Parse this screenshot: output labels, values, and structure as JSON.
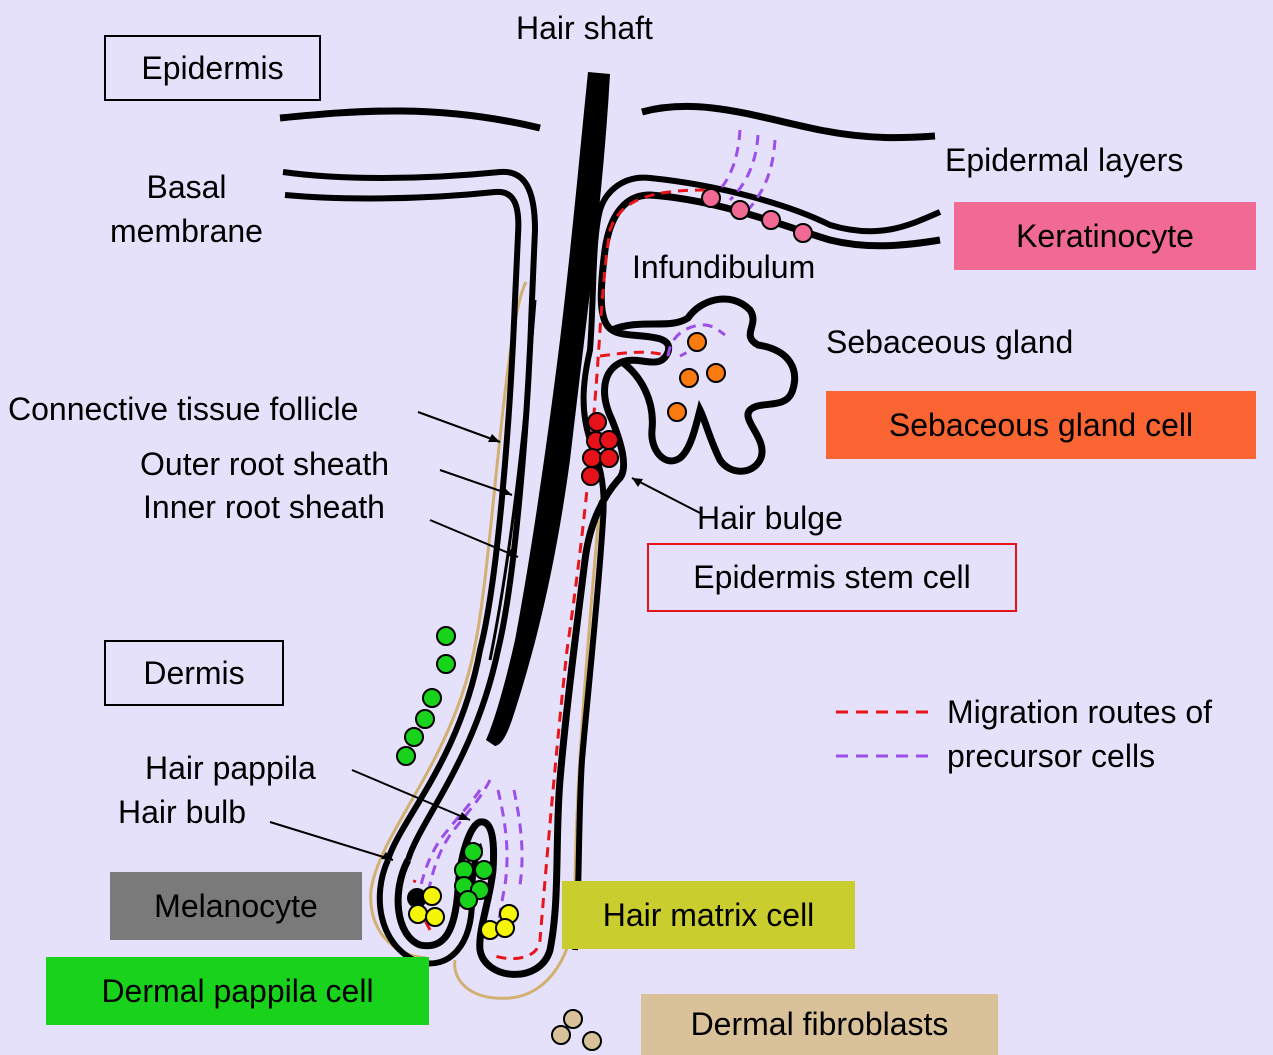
{
  "colors": {
    "background": "#e6e1fb",
    "connective_tissue": "#d1b071",
    "migration_red": "#e8141a",
    "migration_purple": "#9d4de8",
    "keratinocyte": "#f06a93",
    "sebaceous_gland_cell": "#f97a0f",
    "epidermis_stem_cell": "#e5121a",
    "melanocyte": "#7a7a7a",
    "dermal_pappila_cell": "#19d21b",
    "hair_matrix_cell": "#c9cd2d",
    "dermal_fibroblast": "#d9c29a"
  },
  "labels": {
    "hair_shaft": "Hair shaft",
    "basal_membrane": "Basal membrane",
    "epidermal_layers": "Epidermal layers",
    "infundibulum": "Infundibulum",
    "sebaceous_gland": "Sebaceous gland",
    "connective_tissue_follicle": "Connective tissue follicle",
    "outer_root_sheath": "Outer root sheath",
    "inner_root_sheath": "Inner root sheath",
    "hair_bulge": "Hair bulge",
    "hair_pappila": "Hair pappila",
    "hair_bulb": "Hair bulb"
  },
  "regions": {
    "epidermis": "Epidermis",
    "dermis": "Dermis"
  },
  "cell_types": {
    "keratinocyte": "Keratinocyte",
    "sebaceous_gland_cell": "Sebaceous gland cell",
    "epidermis_stem_cell": "Epidermis stem cell",
    "melanocyte": "Melanocyte",
    "dermal_pappila_cell": "Dermal pappila cell",
    "hair_matrix_cell": "Hair matrix cell",
    "dermal_fibroblasts": "Dermal fibroblasts"
  },
  "legend": {
    "line1": "Migration routes of",
    "line2": "precursor cells"
  }
}
